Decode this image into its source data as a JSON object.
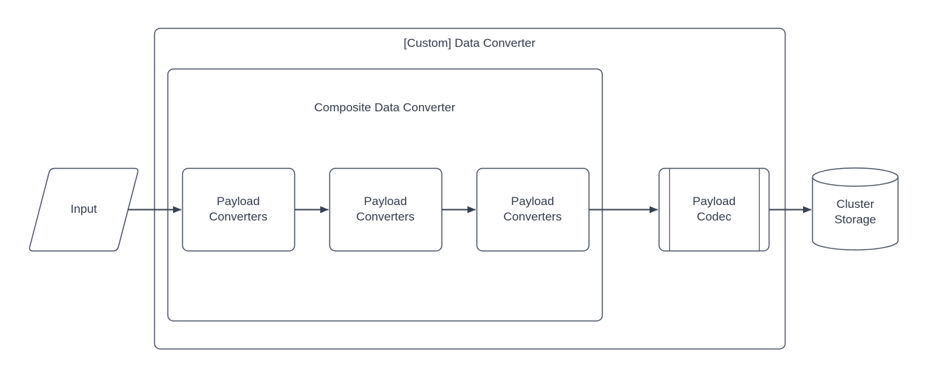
{
  "diagram": {
    "outer_container": {
      "title": "[Custom] Data Converter"
    },
    "inner_container": {
      "title": "Composite Data Converter"
    },
    "nodes": {
      "input": {
        "label": "Input",
        "shape": "parallelogram"
      },
      "payload_converters_1": {
        "label": "Payload Converters",
        "shape": "rounded-rectangle"
      },
      "payload_converters_2": {
        "label": "Payload Converters",
        "shape": "rounded-rectangle"
      },
      "payload_converters_3": {
        "label": "Payload Converters",
        "shape": "rounded-rectangle"
      },
      "payload_codec": {
        "label": "Payload Codec",
        "shape": "predefined-process"
      },
      "cluster_storage": {
        "label": "Cluster Storage",
        "shape": "cylinder"
      }
    },
    "edges": [
      {
        "from": "input",
        "to": "payload_converters_1"
      },
      {
        "from": "payload_converters_1",
        "to": "payload_converters_2"
      },
      {
        "from": "payload_converters_2",
        "to": "payload_converters_3"
      },
      {
        "from": "payload_converters_3",
        "to": "payload_codec"
      },
      {
        "from": "payload_codec",
        "to": "cluster_storage"
      }
    ],
    "colors": {
      "node_stroke": "#4d5663",
      "arrow": "#38414f",
      "text": "#333b48",
      "background": "#ffffff"
    }
  }
}
